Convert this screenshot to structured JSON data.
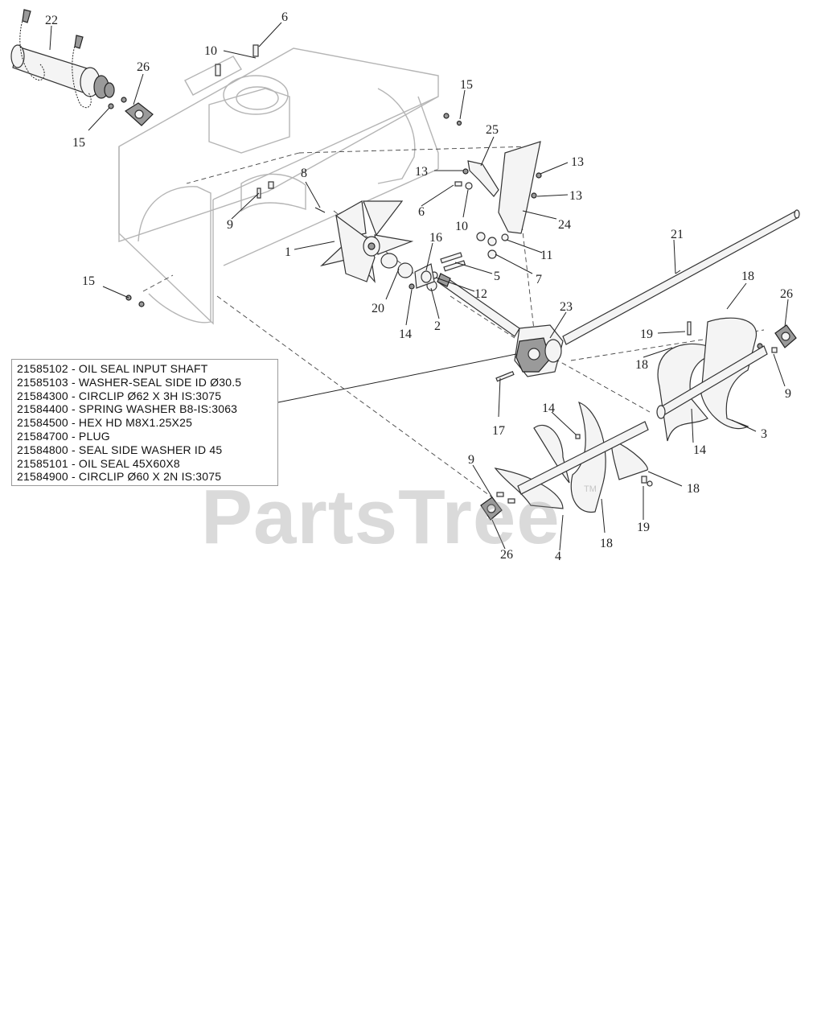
{
  "callouts": [
    "22",
    "6",
    "10",
    "26",
    "15",
    "15",
    "13",
    "13",
    "25",
    "13",
    "8",
    "6",
    "10",
    "24",
    "9",
    "1",
    "16",
    "5",
    "11",
    "7",
    "12",
    "21",
    "20",
    "14",
    "2",
    "15",
    "18",
    "26",
    "23",
    "19",
    "18",
    "9",
    "3",
    "14",
    "17",
    "14",
    "9",
    "18",
    "19",
    "26",
    "4",
    "18"
  ],
  "notes": [
    "21585102 - OIL SEAL INPUT SHAFT",
    "21585103 - WASHER-SEAL SIDE ID Ø30.5",
    "21584300 - CIRCLIP Ø62 X 3H IS:3075",
    "21584400 - SPRING WASHER B8-IS:3063",
    "21584500 - HEX HD M8X1.25X25",
    "21584700 - PLUG",
    "21584800 - SEAL SIDE WASHER ID 45",
    "21585101 - OIL SEAL 45X60X8",
    "21584900 - CIRCLIP Ø60 X 2N IS:3075"
  ],
  "watermark": {
    "text": "PartsTree",
    "tm": "TM"
  }
}
